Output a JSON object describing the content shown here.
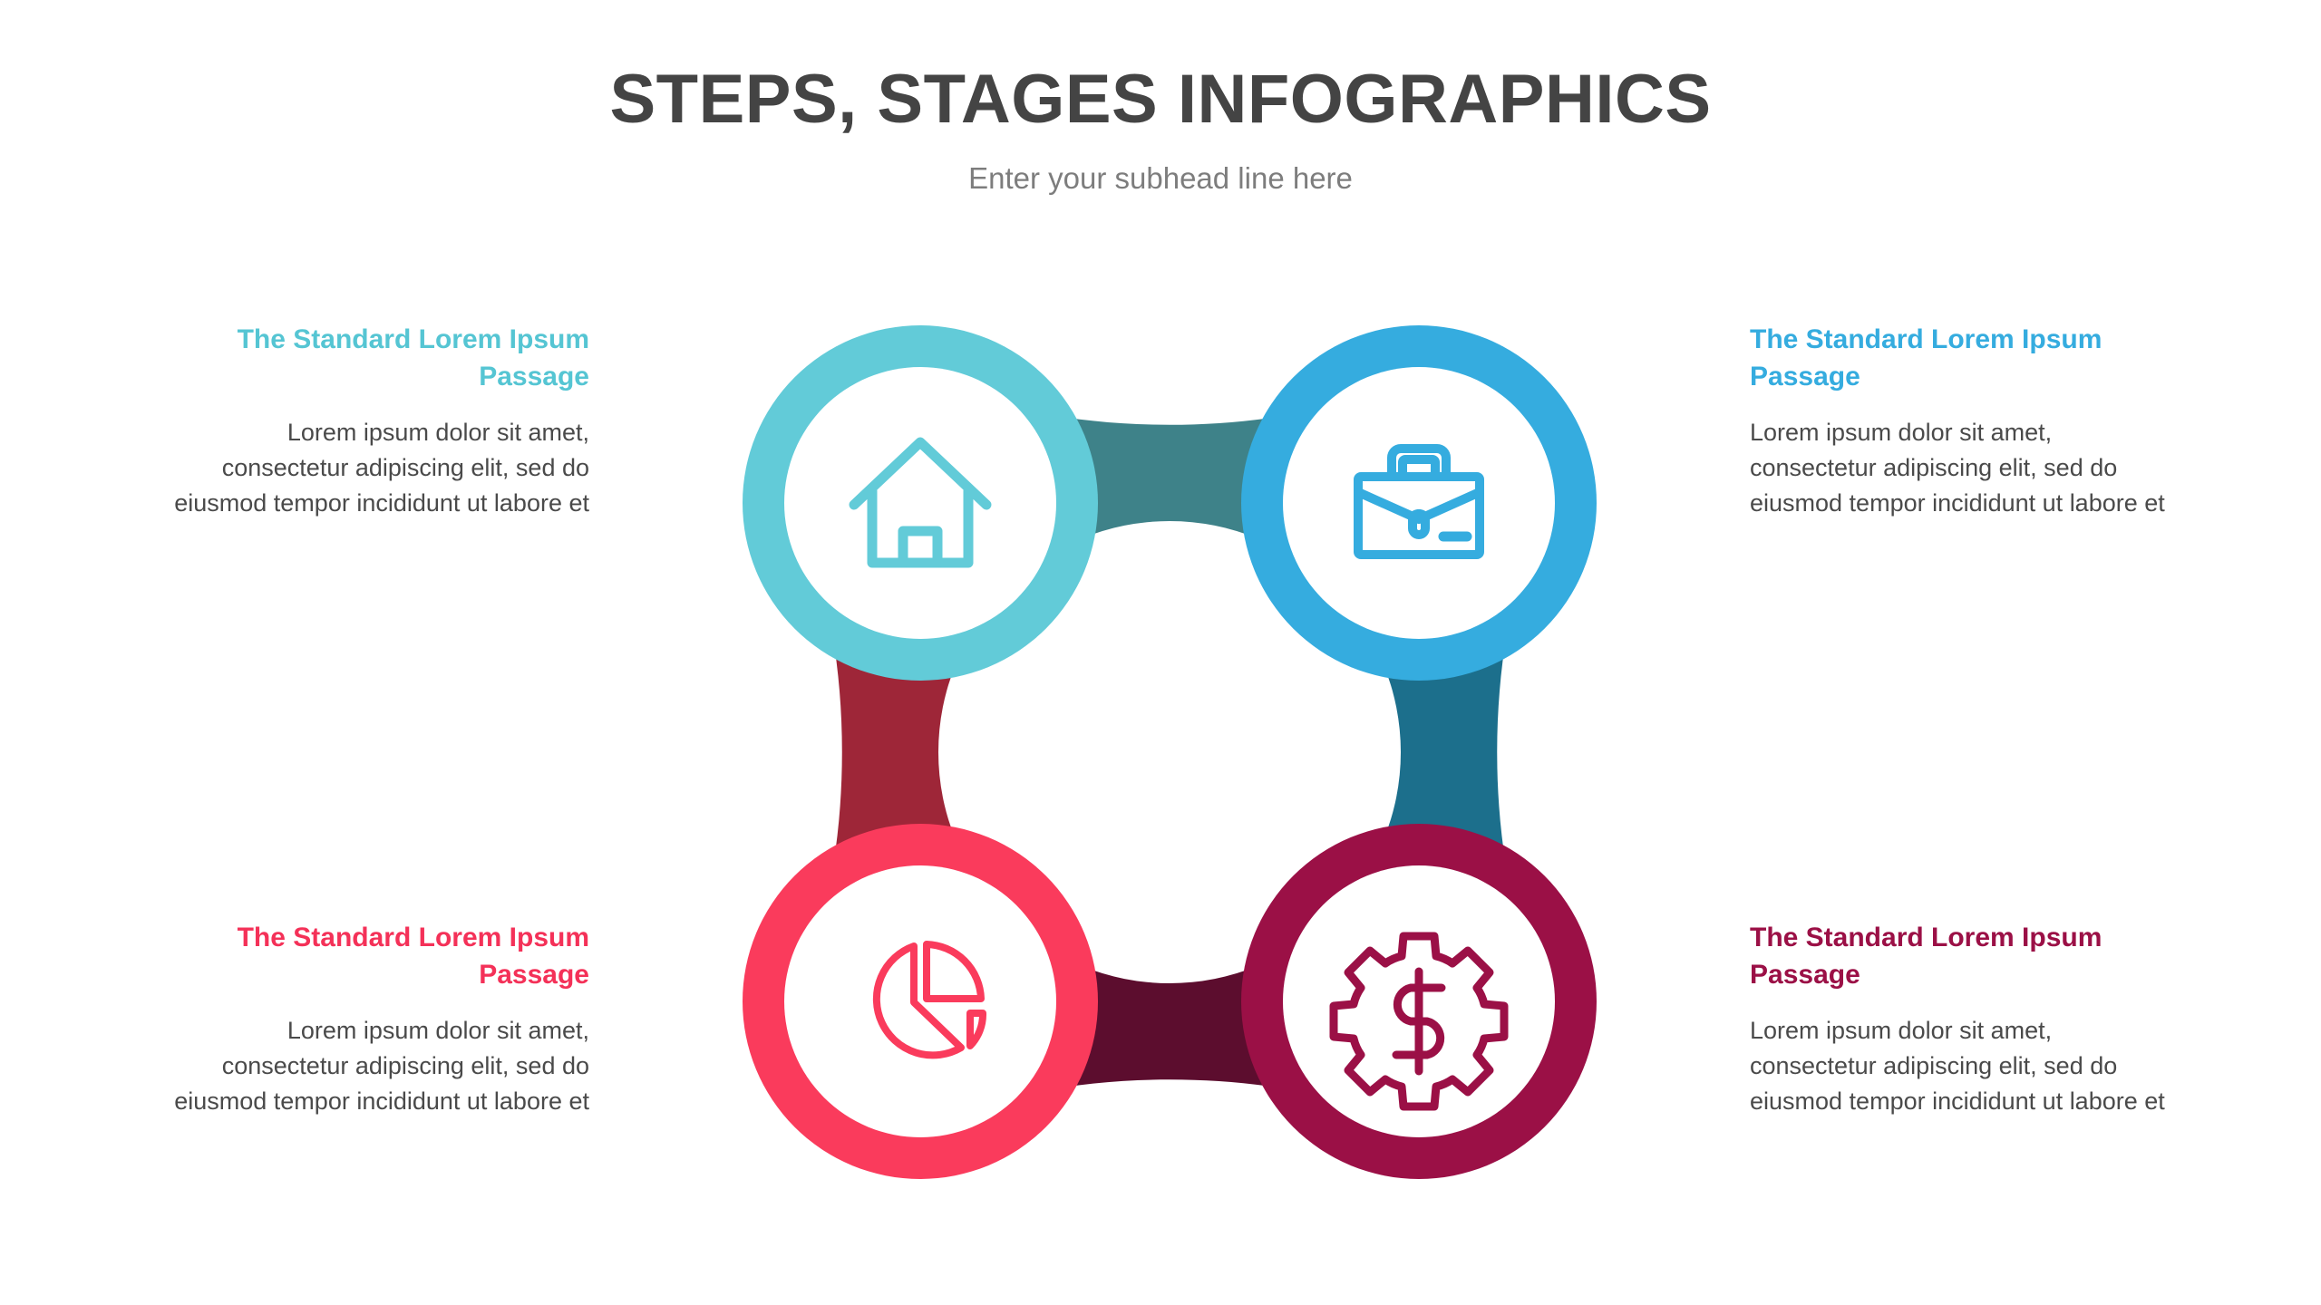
{
  "header": {
    "title": "STEPS, STAGES INFOGRAPHICS",
    "subtitle": "Enter your subhead line here",
    "title_color": "#444444",
    "subtitle_color": "#7d7d7d"
  },
  "body_text": "Lorem ipsum dolor sit amet, consectetur adipiscing elit, sed do eiusmod tempor incididunt ut labore et",
  "segments": [
    {
      "id": "top-left",
      "heading": "The Standard Lorem Ipsum Passage",
      "body": "Lorem ipsum dolor sit amet, consectetur adipiscing elit, sed do eiusmod tempor incididunt ut labore et",
      "icon": "home-icon",
      "ring_color": "#62CBD8",
      "icon_color": "#62CBD8",
      "heading_color": "#55C5D3",
      "align": "right"
    },
    {
      "id": "top-right",
      "heading": "The Standard Lorem Ipsum Passage",
      "body": "Lorem ipsum dolor sit amet, consectetur adipiscing elit, sed do eiusmod tempor incididunt ut labore et",
      "icon": "briefcase-icon",
      "ring_color": "#35ACDF",
      "icon_color": "#35ACDF",
      "heading_color": "#35ACDF",
      "align": "left"
    },
    {
      "id": "bottom-left",
      "heading": "The Standard Lorem Ipsum Passage",
      "body": "Lorem ipsum dolor sit amet, consectetur adipiscing elit, sed do eiusmod tempor incididunt ut labore et",
      "icon": "pie-chart-icon",
      "ring_color": "#FA3B5C",
      "icon_color": "#FA3B5C",
      "heading_color": "#F43158",
      "align": "right"
    },
    {
      "id": "bottom-right",
      "heading": "The Standard Lorem Ipsum Passage",
      "body": "Lorem ipsum dolor sit amet, consectetur adipiscing elit, sed do eiusmod tempor incididunt ut labore et",
      "icon": "gear-dollar-icon",
      "ring_color": "#9B1046",
      "icon_color": "#9B1046",
      "heading_color": "#9B1046",
      "align": "left"
    }
  ],
  "connectors": [
    {
      "id": "top-connector",
      "color": "#3E8289"
    },
    {
      "id": "left-connector",
      "color": "#9E2638"
    },
    {
      "id": "right-connector",
      "color": "#1C6F8C"
    },
    {
      "id": "bottom-connector",
      "color": "#5C0D2E"
    }
  ],
  "canvas": {
    "background": "#ffffff",
    "center_mask_color": "#ffffff"
  }
}
